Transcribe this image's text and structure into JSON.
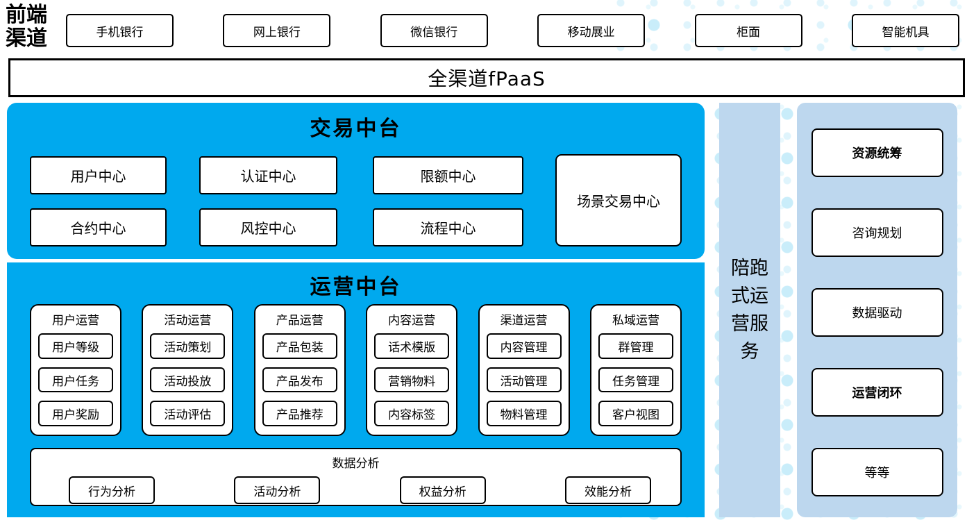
{
  "colors": {
    "primary_blue": "#00A9EE",
    "light_blue": "#BDD7EE",
    "dot_blue": "#C9EDFA",
    "border": "#000000"
  },
  "front_channels": {
    "label": "前端渠道",
    "items": [
      "手机银行",
      "网上银行",
      "微信银行",
      "移动展业",
      "柜面",
      "智能机具"
    ]
  },
  "fpaas_bar": {
    "label": "全渠道fPaaS"
  },
  "transaction_platform": {
    "title": "交易中台",
    "row1": [
      "用户中心",
      "认证中心",
      "限额中心"
    ],
    "row2": [
      "合约中心",
      "风控中心",
      "流程中心"
    ],
    "big_box": "场景交易中心"
  },
  "operation_platform": {
    "title": "运营中台",
    "groups": [
      {
        "title": "用户运营",
        "items": [
          "用户等级",
          "用户任务",
          "用户奖励"
        ]
      },
      {
        "title": "活动运营",
        "items": [
          "活动策划",
          "活动投放",
          "活动评估"
        ]
      },
      {
        "title": "产品运营",
        "items": [
          "产品包装",
          "产品发布",
          "产品推荐"
        ]
      },
      {
        "title": "内容运营",
        "items": [
          "话术模版",
          "营销物料",
          "内容标签"
        ]
      },
      {
        "title": "渠道运营",
        "items": [
          "内容管理",
          "活动管理",
          "物料管理"
        ]
      },
      {
        "title": "私域运营",
        "items": [
          "群管理",
          "任务管理",
          "客户视图"
        ]
      }
    ],
    "data_analysis": {
      "title": "数据分析",
      "items": [
        "行为分析",
        "活动分析",
        "权益分析",
        "效能分析"
      ]
    }
  },
  "side_bar": {
    "label": "陪跑式运营服务"
  },
  "right_column": {
    "items": [
      "资源统筹",
      "咨询规划",
      "数据驱动",
      "运营闭环",
      "等等"
    ]
  }
}
